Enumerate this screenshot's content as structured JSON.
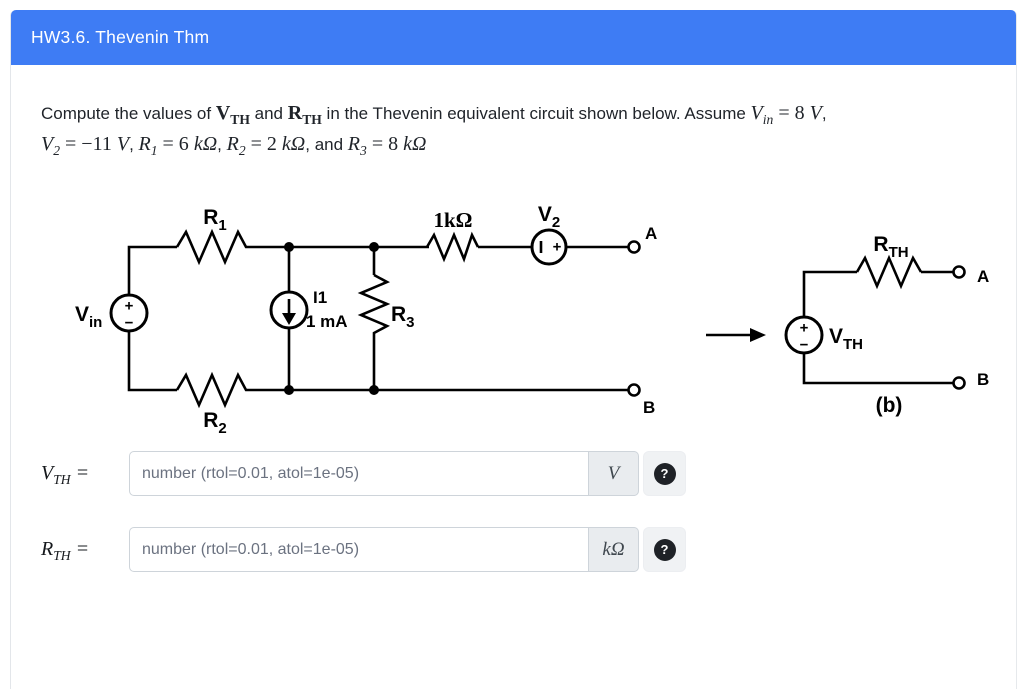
{
  "header": {
    "title": "HW3.6. Thevenin Thm"
  },
  "colors": {
    "header_bg": "#3e7cf4",
    "wire": "#000000",
    "placeholder": "#6b7280"
  },
  "problem": {
    "t1": "Compute the values of ",
    "vth": {
      "m": "V",
      "s": "TH"
    },
    "t2": " and ",
    "rth": {
      "m": "R",
      "s": "TH"
    },
    "t3": " in the Thevenin equivalent circuit shown below. Assume ",
    "vin": {
      "m": "V",
      "s": "in"
    },
    "t4": " = 8 ",
    "u1": "V",
    "t5": ",",
    "v2": {
      "m": "V",
      "s": "2"
    },
    "t6": " = −11 ",
    "u2": "V",
    "t7": ", ",
    "r1": {
      "m": "R",
      "s": "1"
    },
    "t8": " = 6 ",
    "u3": "kΩ",
    "t9": ", ",
    "r2": {
      "m": "R",
      "s": "2"
    },
    "t10": " = 2 ",
    "u4": "kΩ",
    "t11": ", and ",
    "r3": {
      "m": "R",
      "s": "3"
    },
    "t12": " = 8 ",
    "u5": "kΩ"
  },
  "circuit": {
    "vin": {
      "m": "V",
      "s": "in"
    },
    "r1": {
      "m": "R",
      "s": "1"
    },
    "r2": {
      "m": "R",
      "s": "2"
    },
    "r3": {
      "m": "R",
      "s": "3"
    },
    "series_resistor": "1kΩ",
    "v2": {
      "m": "V",
      "s": "2"
    },
    "i1_name": "I1",
    "i1_value": "1 mA",
    "terminal_a": "A",
    "terminal_b": "B",
    "plus": "+",
    "minus": "−"
  },
  "thevenin": {
    "rth": {
      "m": "R",
      "s": "TH"
    },
    "vth": {
      "m": "V",
      "s": "TH"
    },
    "terminal_a": "A",
    "terminal_b": "B",
    "caption": "(b)",
    "plus": "+",
    "minus": "−"
  },
  "answers": [
    {
      "label": {
        "m": "V",
        "s": "TH"
      },
      "eq": "=",
      "placeholder": "number (rtol=0.01, atol=1e-05)",
      "unit": "V",
      "help": "?"
    },
    {
      "label": {
        "m": "R",
        "s": "TH"
      },
      "eq": "=",
      "placeholder": "number (rtol=0.01, atol=1e-05)",
      "unit": "kΩ",
      "help": "?"
    }
  ]
}
